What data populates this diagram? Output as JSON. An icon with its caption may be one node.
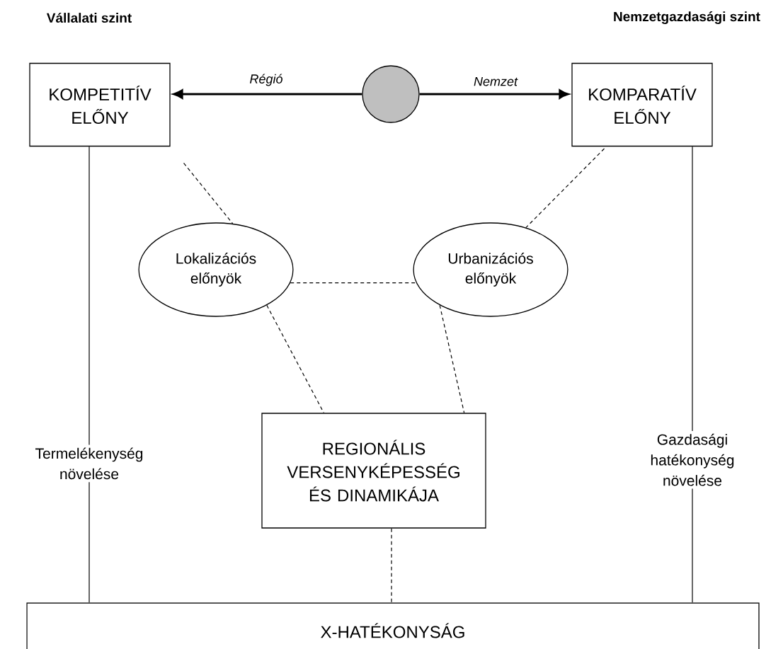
{
  "diagram": {
    "nodes": [
      {
        "text": [
          "KOMPETITÍV ELŐNY"
        ]
      },
      {
        "text": [],
        "shape": "circle"
      },
      {
        "text": [
          "KOMPARATÍV ELŐNY"
        ]
      },
      {
        "text": [
          "Lokalizációs előnyök"
        ]
      },
      {
        "text": [
          "Urbanizációs előnyök"
        ]
      },
      {
        "text": [
          "REGIONÁLIS VERSENYKÉPESSÉG ÉS DINAMIKÁJA"
        ]
      },
      {
        "text": [
          "X-HATÉKONYSÁG"
        ]
      }
    ],
    "edges": [
      {
        "from": 1,
        "to": 0,
        "arrow": "to",
        "label": "Régió",
        "style": "thick"
      },
      {
        "from": 1,
        "to": 2,
        "arrow": "to",
        "label": "Nemzet",
        "style": "thick"
      },
      {
        "from": 0,
        "to": 3,
        "arrow": "none",
        "style": "dashed"
      },
      {
        "from": 2,
        "to": 4,
        "arrow": "none",
        "style": "dashed"
      },
      {
        "from": 3,
        "to": 4,
        "arrow": "none",
        "style": "dashed"
      },
      {
        "from": 3,
        "to": 5,
        "arrow": "none",
        "style": "dashed"
      },
      {
        "from": 4,
        "to": 5,
        "arrow": "none",
        "style": "dashed"
      },
      {
        "from": 5,
        "to": 6,
        "arrow": "none",
        "style": "dashed"
      },
      {
        "from": 0,
        "to": 6,
        "arrow": "none",
        "label": "Termelékenység növelése"
      },
      {
        "from": 2,
        "to": 6,
        "arrow": "none",
        "label": "Gazdasági hatékonység növelése"
      }
    ],
    "labels": [
      "Vállalati szint",
      "Nemzetgazdasági szint"
    ]
  }
}
